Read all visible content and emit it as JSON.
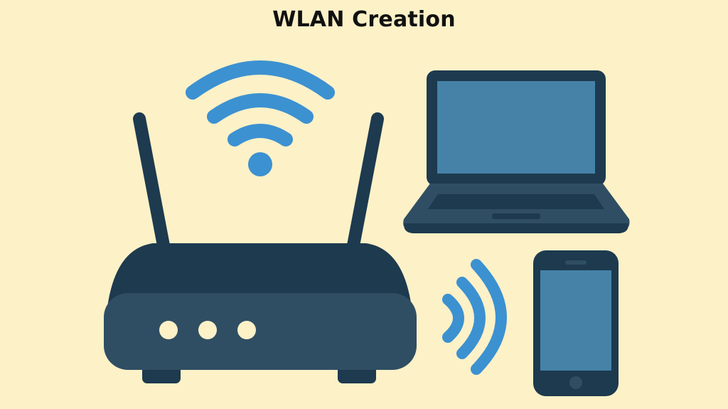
{
  "title": "WLAN Creation",
  "colors": {
    "background": "#fdf1c7",
    "device_dark": "#1d3a4f",
    "device_body": "#2f4e63",
    "screen": "#4682a8",
    "signal": "#3c91d1",
    "led": "#fdf1c7",
    "title_text": "#111111"
  },
  "elements": {
    "router": {
      "icon": "router-icon",
      "antennas": 2,
      "leds": 3
    },
    "wifi_signal": {
      "icon": "wifi-icon",
      "arcs": 3
    },
    "laptop": {
      "icon": "laptop-icon"
    },
    "side_signal": {
      "icon": "signal-waves-icon",
      "arcs": 3
    },
    "smartphone": {
      "icon": "smartphone-icon"
    }
  }
}
